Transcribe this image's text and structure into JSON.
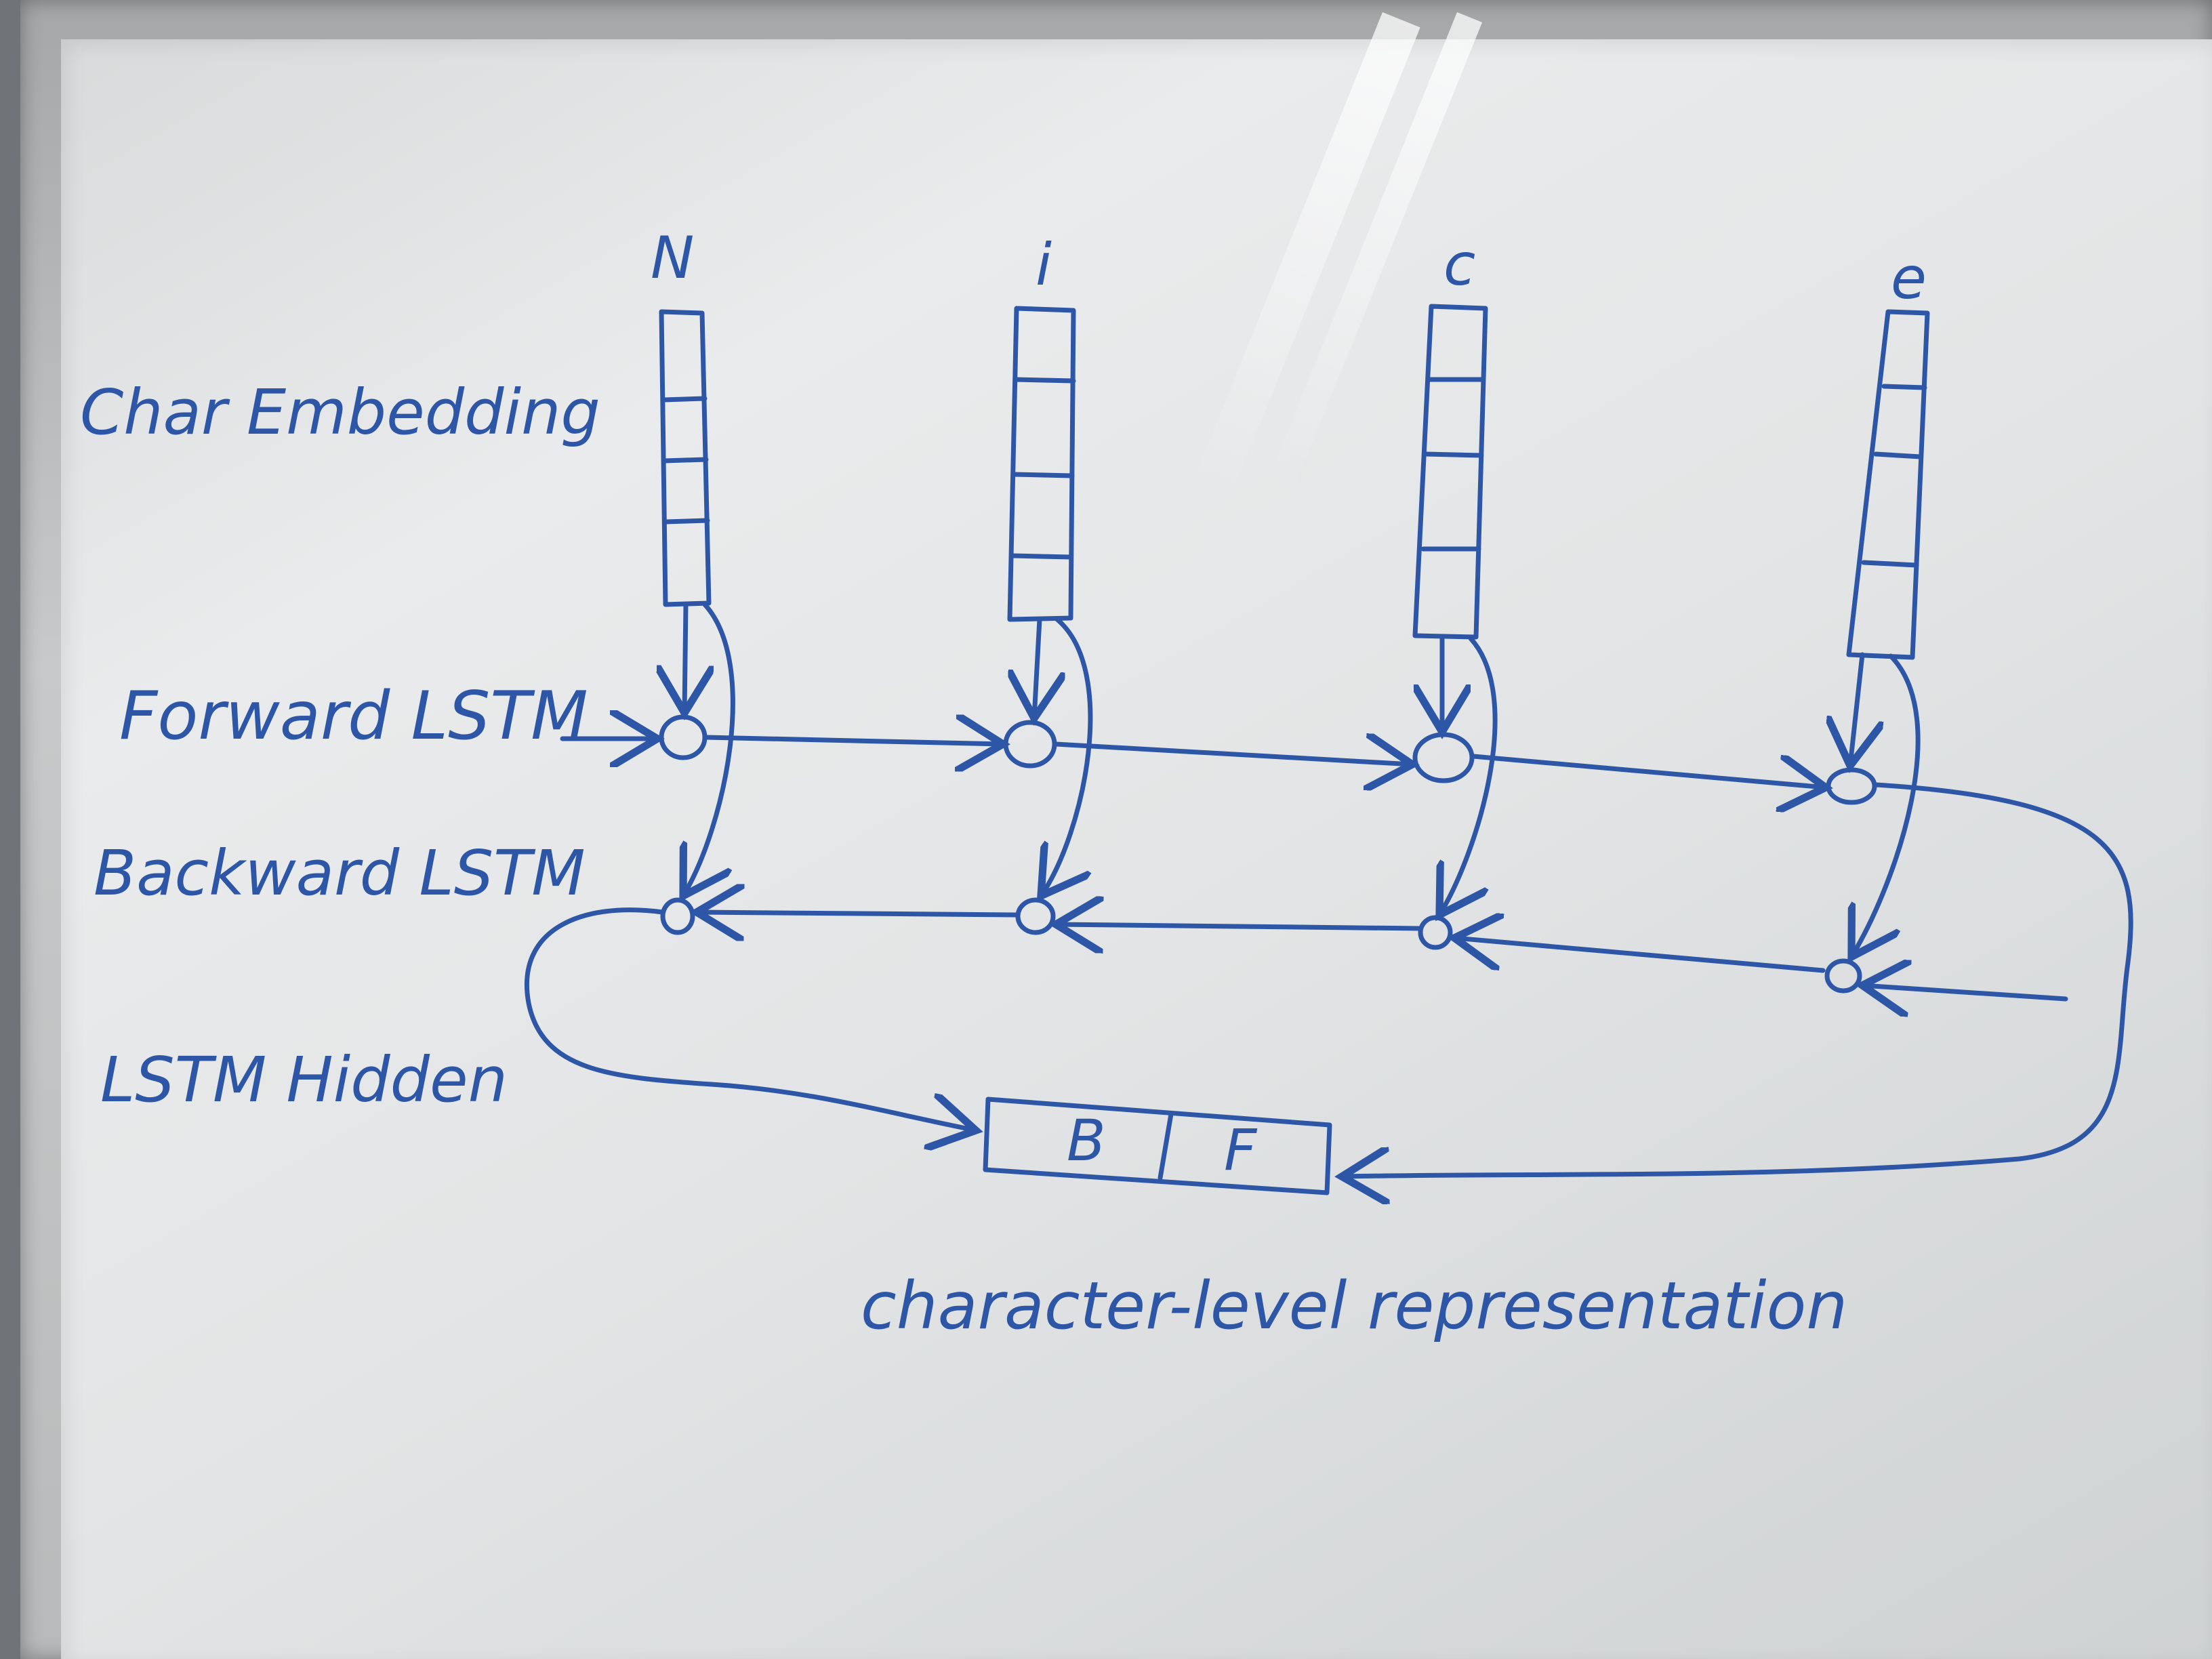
{
  "labels": {
    "char_embedding": "Char Embedding",
    "forward_lstm": "Forward LSTM",
    "backward_lstm": "Backward LSTM",
    "lstm_hidden": "LSTM Hidden",
    "caption": "character-level representation"
  },
  "characters": [
    "N",
    "i",
    "c",
    "e"
  ],
  "hidden_box": {
    "left": "B",
    "right": "F"
  },
  "colors": {
    "ink": "#2d57a6",
    "board": "#e6e8e9",
    "frame": "#b9bbbc"
  }
}
